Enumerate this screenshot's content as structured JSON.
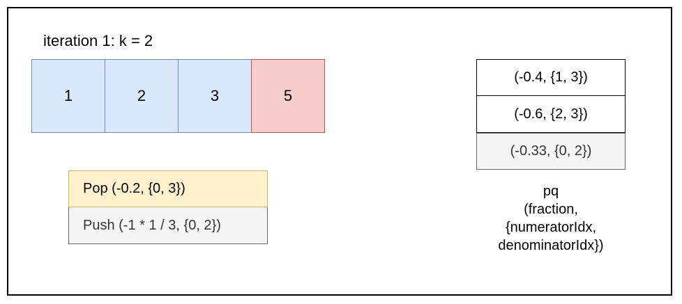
{
  "title": "iteration 1: k = 2",
  "array": {
    "cells": [
      {
        "value": "1",
        "highlighted": false
      },
      {
        "value": "2",
        "highlighted": false
      },
      {
        "value": "3",
        "highlighted": false
      },
      {
        "value": "5",
        "highlighted": true
      }
    ]
  },
  "operations": {
    "pop": "Pop (-0.2, {0, 3})",
    "push": "Push (-1 * 1 / 3, {0, 2})"
  },
  "pq": {
    "items": [
      "(-0.4, {1, 3})",
      "(-0.6, {2, 3})",
      "(-0.33, {0, 2})"
    ],
    "caption": {
      "line1": "pq",
      "line2": "(fraction,",
      "line3": "{numeratorIdx,",
      "line4": "denominatorIdx})"
    }
  },
  "colors": {
    "cell_fill": "#dae8fc",
    "cell_border": "#6c8ebf",
    "highlight_fill": "#f8cecc",
    "highlight_border": "#b85450",
    "pop_fill": "#fff2cc",
    "pop_border": "#d6b656",
    "push_fill": "#f5f5f5",
    "push_border": "#666666"
  }
}
